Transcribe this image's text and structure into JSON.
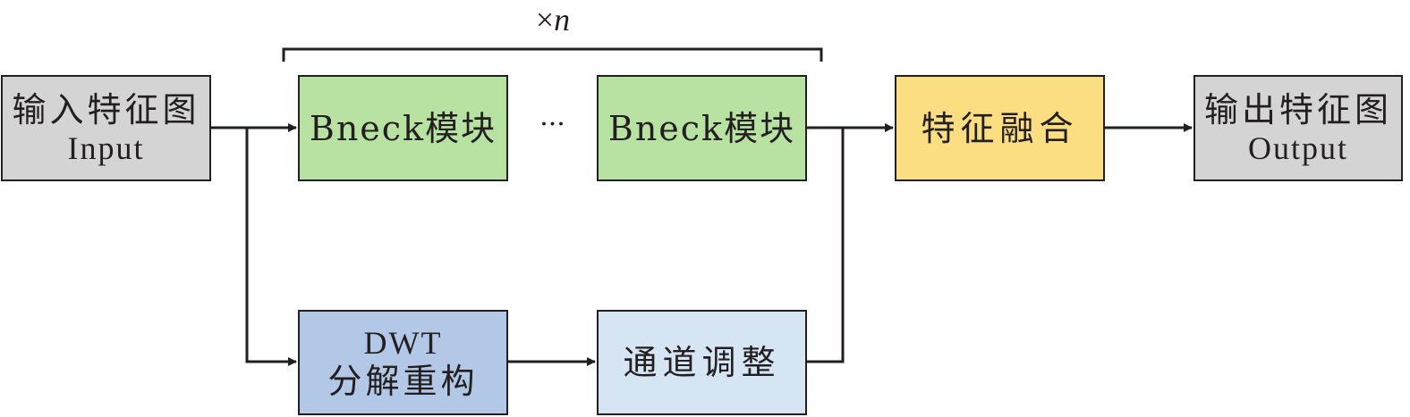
{
  "repeat_label": {
    "symbol": "×",
    "variable": "n"
  },
  "ellipsis": "···",
  "blocks": {
    "input": {
      "line1": "输入特征图",
      "line2": "Input"
    },
    "bneck1": {
      "label": "Bneck模块"
    },
    "bneck2": {
      "label": "Bneck模块"
    },
    "fusion": {
      "label": "特征融合"
    },
    "output": {
      "line1": "输出特征图",
      "line2": "Output"
    },
    "dwt": {
      "line1": "DWT",
      "line2": "分解重构"
    },
    "channel": {
      "label": "通道调整"
    }
  },
  "colors": {
    "input_output": "#d4d4d4",
    "bneck": "#b7e2a2",
    "fusion": "#fcde82",
    "dwt": "#b3c8e6",
    "channel": "#d6e5f3",
    "line": "#231f20"
  }
}
